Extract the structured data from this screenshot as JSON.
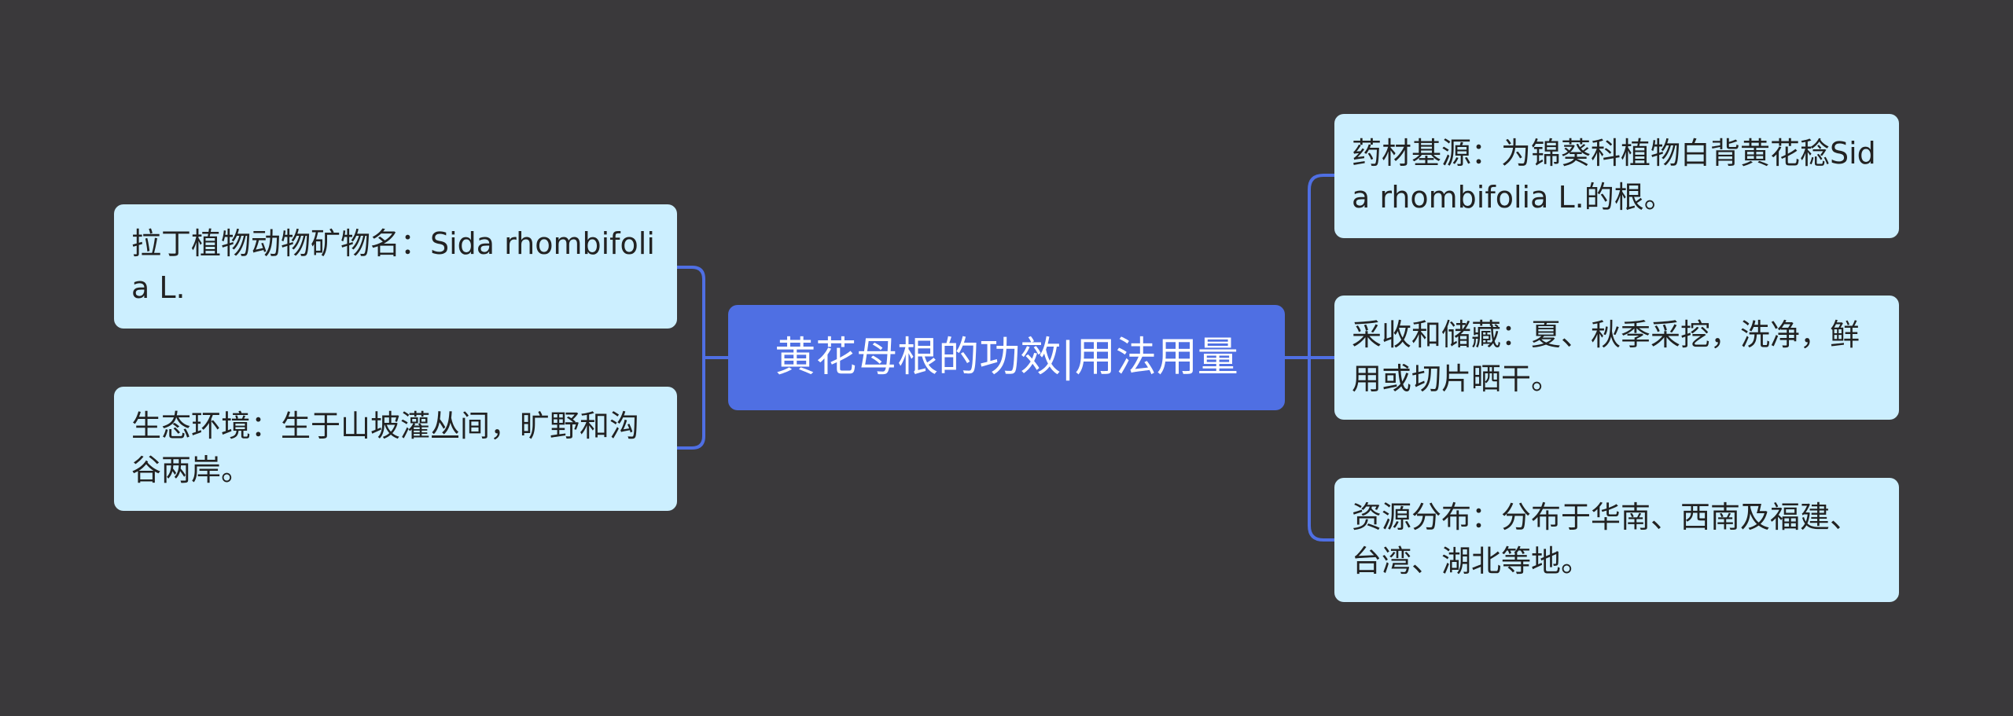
{
  "root": {
    "title": "黄花母根的功效|用法用量"
  },
  "left": [
    {
      "text": "拉丁植物动物矿物名：Sida rhombifolia L."
    },
    {
      "text": "生态环境：生于山坡灌丛间，旷野和沟谷两岸。"
    }
  ],
  "right": [
    {
      "text": "药材基源：为锦葵科植物白背黄花稔Sida rhombifolia L.的根。"
    },
    {
      "text": "采收和储藏：夏、秋季采挖，洗净，鲜用或切片晒干。"
    },
    {
      "text": "资源分布：分布于华南、西南及福建、台湾、湖北等地。"
    }
  ],
  "colors": {
    "background": "#3a393b",
    "root_fill": "#4f6fe3",
    "node_fill": "#ccefff",
    "link": "#4f6fe3"
  }
}
